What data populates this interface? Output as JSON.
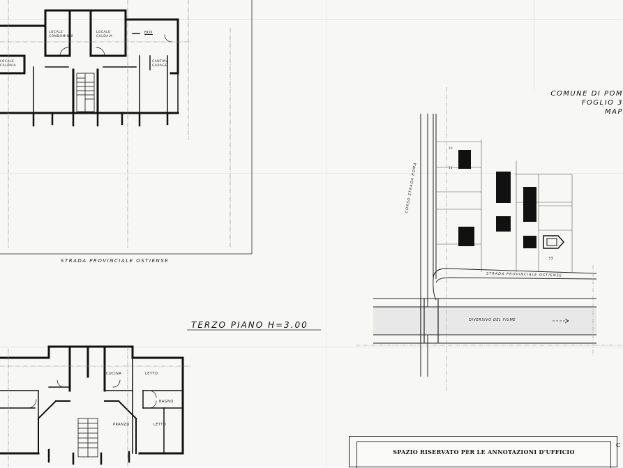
{
  "top_plan": {
    "rooms": {
      "locale_condominio": "LOCALE CONDOMINIO",
      "locale_caldaia": "LOCALE CALDAIA",
      "box": "BOX",
      "locale_caldaia_left": "LOCALE CALDAIA",
      "cantina_garage": "CANTINA GARAGE"
    },
    "road_caption": "STRADA PROVINCIALE OSTIENSE"
  },
  "floor_title": "TERZO PIANO H=3.00",
  "bottom_plan": {
    "rooms": {
      "cucina": "CUCINA",
      "letto_top": "LETTO",
      "bagno": "BAGNO",
      "pranzo": "PRANZO",
      "letto_bottom": "LETTO"
    }
  },
  "site_map": {
    "comune_line1": "COMUNE DI POM",
    "comune_line2": "FOGLIO 3",
    "comune_line3": "MAP",
    "road_vertical": "CORSO STRADA ROMA",
    "road_horizontal": "STRADA PROVINCIALE OSTIENSE",
    "canal": "DIVERSIVO DEL FIUME",
    "lot_label": "33",
    "plot_number_1": "10",
    "plot_number_2": "11"
  },
  "office_box": {
    "title": "SPAZIO RISERVATO PER LE ANNOTAZIONI D'UFFICIO",
    "right_cut": "C"
  }
}
